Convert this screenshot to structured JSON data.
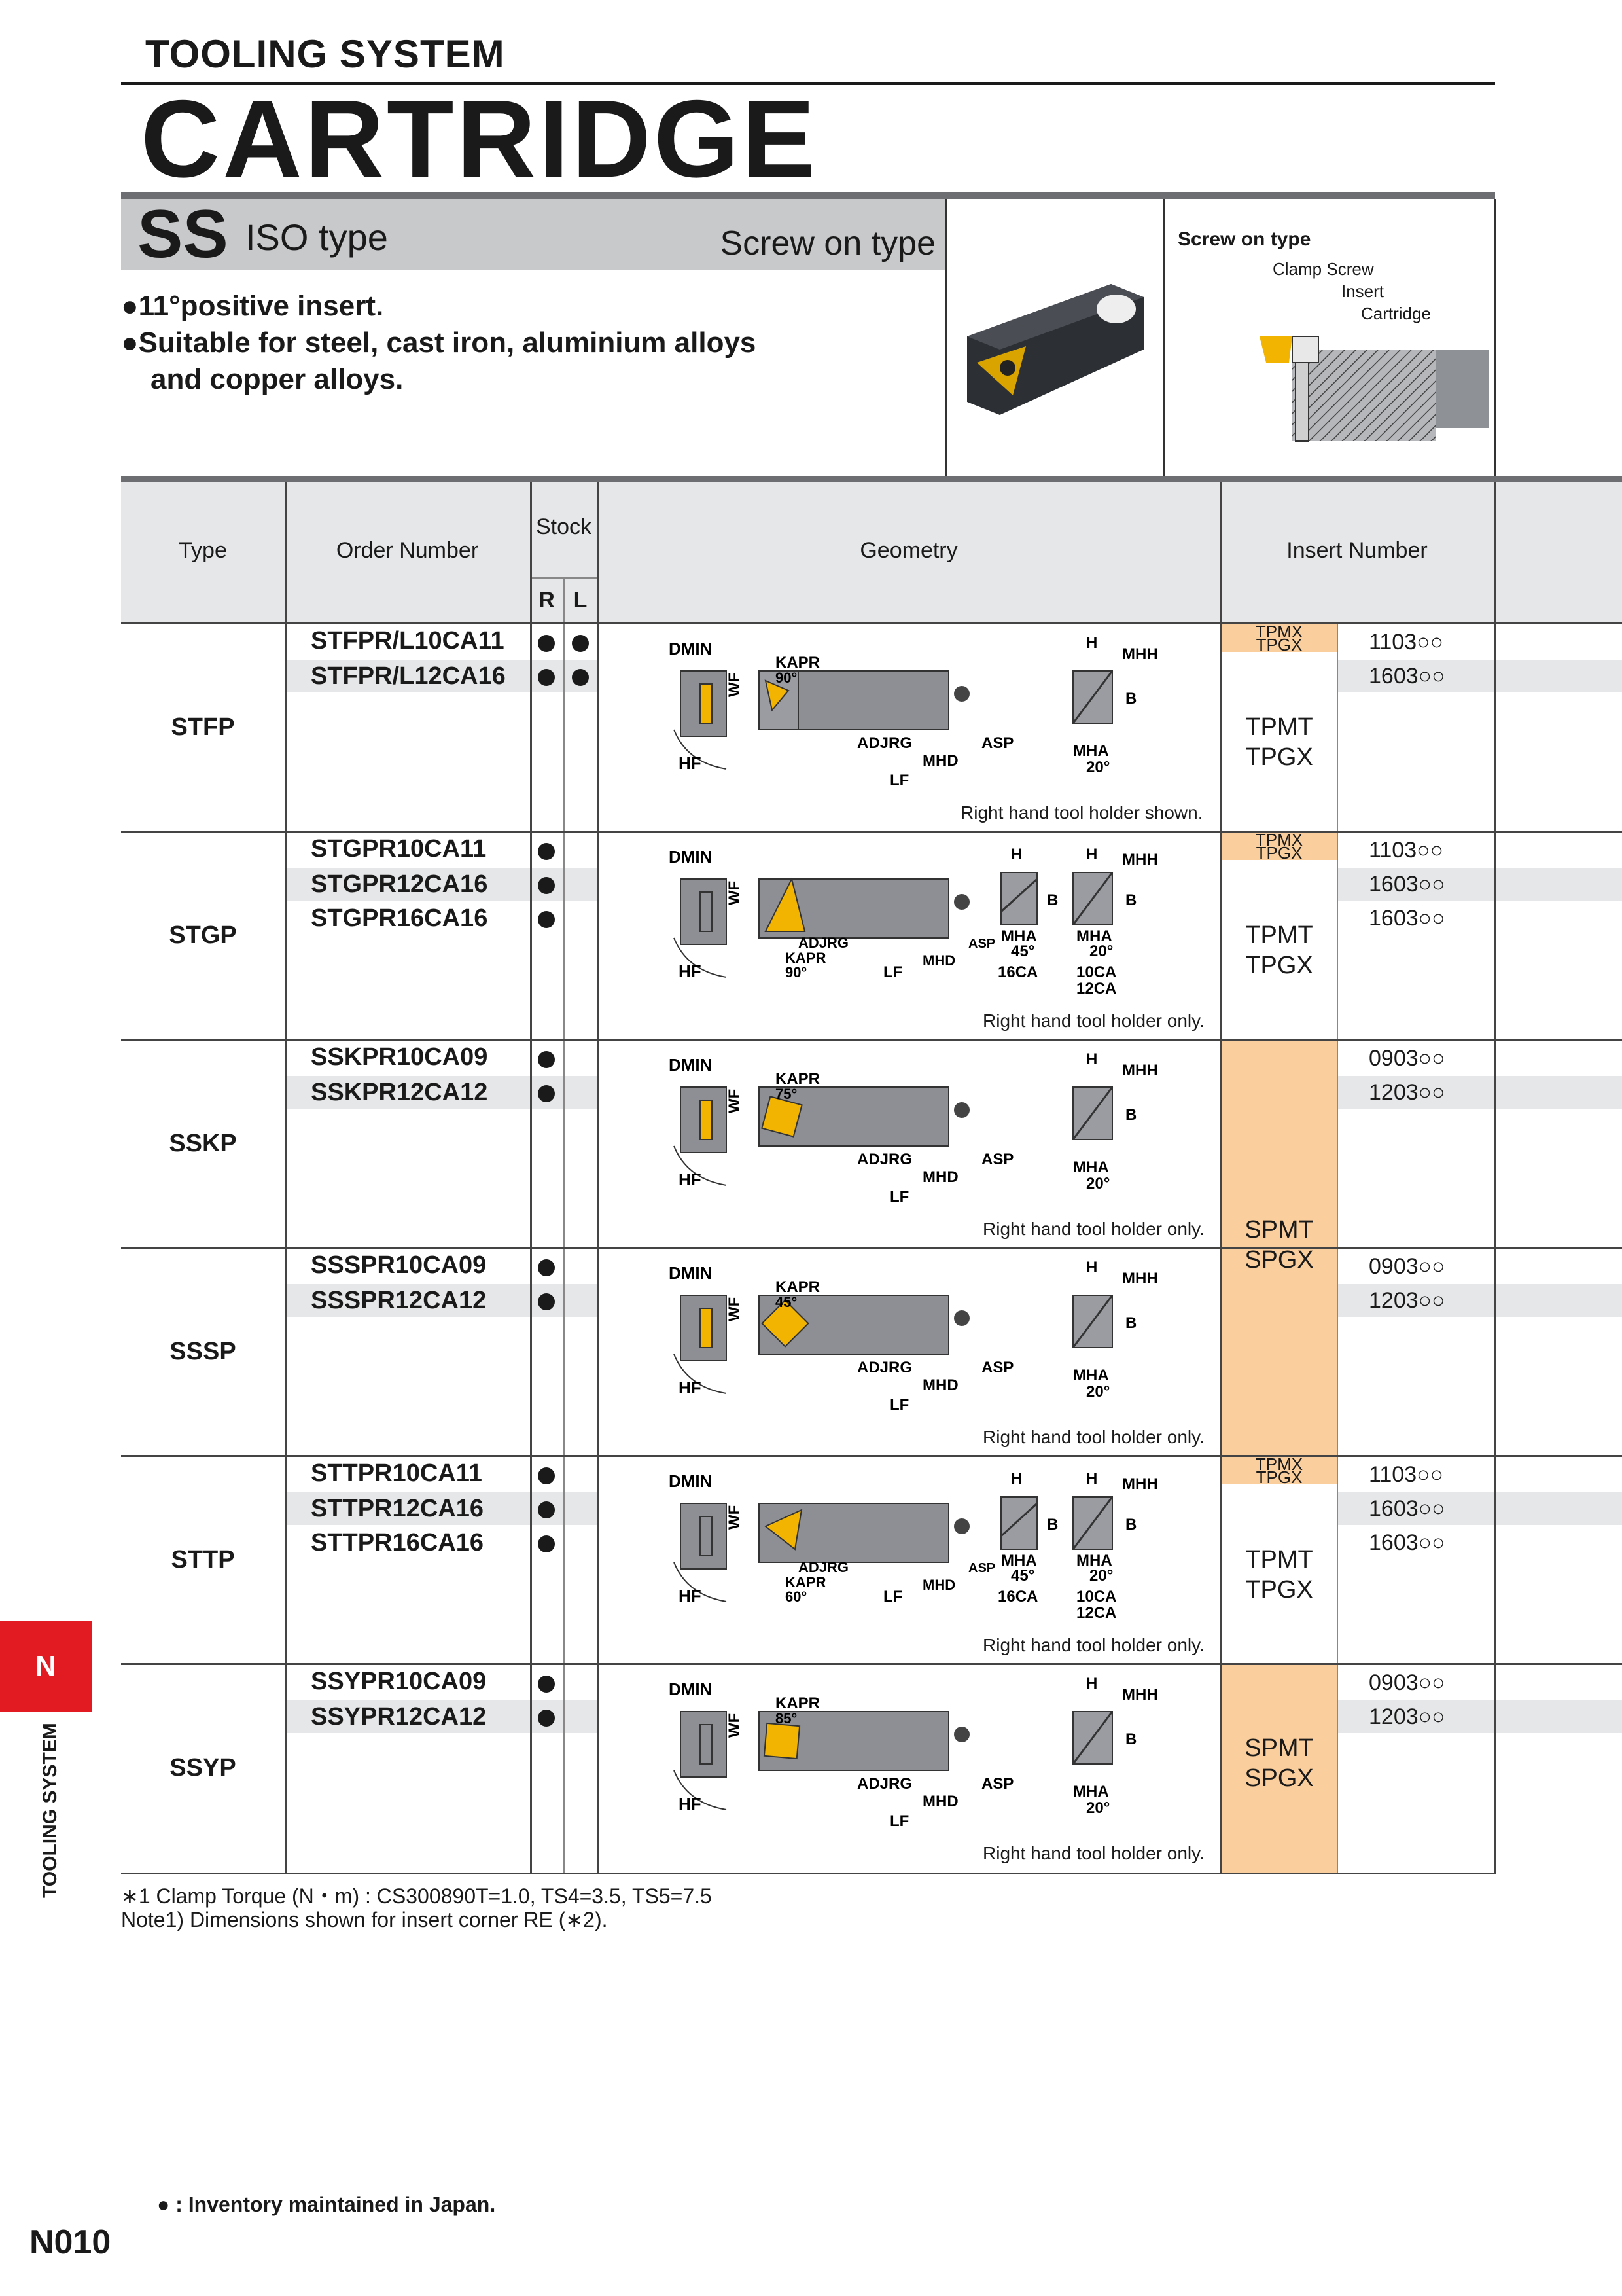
{
  "header": {
    "section": "TOOLING SYSTEM",
    "title": "CARTRIDGE",
    "series_code": "SS",
    "series_name": "ISO type",
    "mount_type": "Screw on type"
  },
  "features": [
    "●11°positive insert.",
    "●Suitable for steel, cast iron, aluminium alloys",
    "and copper alloys."
  ],
  "assembly_diagram": {
    "title": "Screw on type",
    "labels": [
      "Clamp Screw",
      "Insert",
      "Cartridge"
    ]
  },
  "table": {
    "headers": {
      "type": "Type",
      "order": "Order Number",
      "stock": "Stock",
      "stock_r": "R",
      "stock_l": "L",
      "geometry": "Geometry",
      "insert": "Insert Number"
    },
    "right_hand_shown": "Right hand tool holder shown.",
    "right_hand_only": "Right hand tool holder only.",
    "groups": [
      {
        "type": "STFP",
        "orders": [
          "STFPR/L10CA11",
          "STFPR/L12CA16"
        ],
        "stock_r": [
          true,
          true
        ],
        "stock_l": [
          true,
          true
        ],
        "insert_numbers": [
          "1103○○",
          "1603○○"
        ],
        "insert_small": [
          "TPMX",
          "TPGX"
        ],
        "insert_types": [
          "TPMT",
          "TPGX"
        ]
      },
      {
        "type": "STGP",
        "orders": [
          "STGPR10CA11",
          "STGPR12CA16",
          "STGPR16CA16"
        ],
        "stock_r": [
          true,
          true,
          true
        ],
        "stock_l": [
          false,
          false,
          false
        ],
        "insert_numbers": [
          "1103○○",
          "1603○○",
          "1603○○"
        ],
        "insert_small": [
          "TPMX",
          "TPGX"
        ],
        "insert_types": [
          "TPMT",
          "TPGX"
        ]
      },
      {
        "type": "SSKP",
        "orders": [
          "SSKPR10CA09",
          "SSKPR12CA12"
        ],
        "stock_r": [
          true,
          true
        ],
        "stock_l": [
          false,
          false
        ],
        "insert_numbers": [
          "0903○○",
          "1203○○"
        ]
      },
      {
        "type": "SSSP",
        "orders": [
          "SSSPR10CA09",
          "SSSPR12CA12"
        ],
        "stock_r": [
          true,
          true
        ],
        "stock_l": [
          false,
          false
        ],
        "insert_numbers": [
          "0903○○",
          "1203○○"
        ]
      },
      {
        "type": "STTP",
        "orders": [
          "STTPR10CA11",
          "STTPR12CA16",
          "STTPR16CA16"
        ],
        "stock_r": [
          true,
          true,
          true
        ],
        "stock_l": [
          false,
          false,
          false
        ],
        "insert_numbers": [
          "1103○○",
          "1603○○",
          "1603○○"
        ],
        "insert_small": [
          "TPMX",
          "TPGX"
        ],
        "insert_types": [
          "TPMT",
          "TPGX"
        ]
      },
      {
        "type": "SSYP",
        "orders": [
          "SSYPR10CA09",
          "SSYPR12CA12"
        ],
        "stock_r": [
          true,
          true
        ],
        "stock_l": [
          false,
          false
        ],
        "insert_numbers": [
          "0903○○",
          "1203○○"
        ],
        "insert_types": [
          "SPMT",
          "SPGX"
        ]
      }
    ],
    "shared_insert_types_kp_sp": [
      "SPMT",
      "SPGX"
    ]
  },
  "geometry_labels": {
    "dmin": "DMIN",
    "wf": "WF",
    "hf": "HF",
    "kapr": "KAPR",
    "adjrg": "ADJRG",
    "lf": "LF",
    "mhd": "MHD",
    "asp": "ASP",
    "h": "H",
    "mhh": "MHH",
    "b": "B",
    "mha": "MHA",
    "a90": "90°",
    "a75": "75°",
    "a45": "45°",
    "a60": "60°",
    "a85": "85°",
    "a20": "20°",
    "ca16": "16CA",
    "ca10": "10CA",
    "ca12": "12CA"
  },
  "notes": [
    "∗1 Clamp Torque (N・m) : CS300890T=1.0, TS4=3.5, TS5=7.5",
    "Note1) Dimensions shown for insert corner RE (∗2)."
  ],
  "side_tab": {
    "letter": "N",
    "label": "TOOLING SYSTEM"
  },
  "legend": "● : Inventory maintained in Japan.",
  "page_number": "N010",
  "colors": {
    "accent_red": "#e21b23",
    "insert_orange": "#fbcf9d",
    "header_gray": "#c8c9cb",
    "insert_gold": "#f2b400"
  }
}
